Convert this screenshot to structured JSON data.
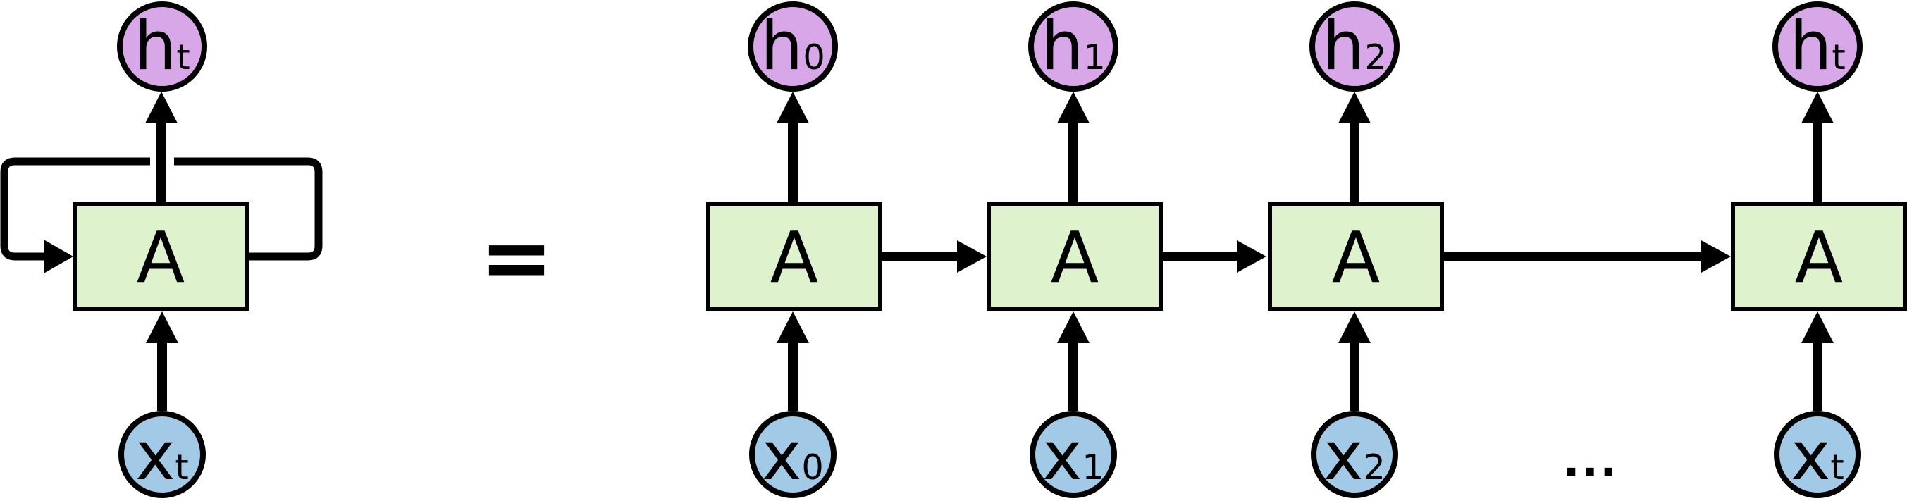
{
  "colors": {
    "cell_fill": "#def2ce",
    "hidden_state_fill": "#d7a7e8",
    "input_fill": "#a2c9e6",
    "line": "#000000"
  },
  "equals_sign": "=",
  "ellipsis": "...",
  "folded_cell": {
    "cell_label": "A",
    "output_label": {
      "main": "h",
      "sub": "t"
    },
    "input_label": {
      "main": "x",
      "sub": "t"
    }
  },
  "unrolled_cells": [
    {
      "cell_label": "A",
      "output_label": {
        "main": "h",
        "sub": "0"
      },
      "input_label": {
        "main": "x",
        "sub": "0"
      }
    },
    {
      "cell_label": "A",
      "output_label": {
        "main": "h",
        "sub": "1"
      },
      "input_label": {
        "main": "x",
        "sub": "1"
      }
    },
    {
      "cell_label": "A",
      "output_label": {
        "main": "h",
        "sub": "2"
      },
      "input_label": {
        "main": "x",
        "sub": "2"
      }
    },
    {
      "cell_label": "A",
      "output_label": {
        "main": "h",
        "sub": "t"
      },
      "input_label": {
        "main": "x",
        "sub": "t"
      }
    }
  ]
}
